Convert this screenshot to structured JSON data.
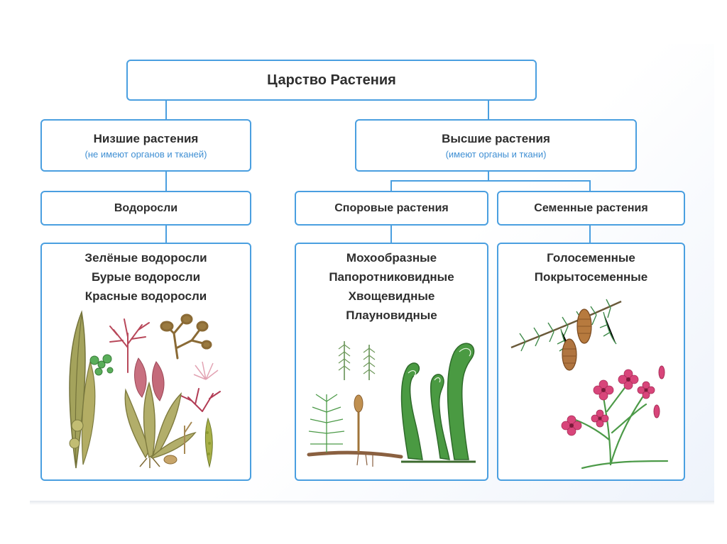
{
  "root": {
    "title": "Царство Растения"
  },
  "lower": {
    "title": "Низшие растения",
    "note": "(не имеют органов и тканей)"
  },
  "higher": {
    "title": "Высшие растения",
    "note": "(имеют органы и ткани)"
  },
  "categories": {
    "algae": "Водоросли",
    "spore": "Споровые растения",
    "seed": "Семенные растения"
  },
  "lists": {
    "algae": [
      "Зелёные водоросли",
      "Бурые водоросли",
      "Красные водоросли"
    ],
    "spore": [
      "Мохообразные",
      "Папоротниковидные",
      "Хвощевидные",
      "Плауновидные"
    ],
    "seed": [
      "Голосеменные",
      "Покрытосеменные"
    ]
  },
  "colors": {
    "border": "#4a9fe0",
    "note": "#3f8fd3",
    "fern_green": "#3d8a3a",
    "algae_olive": "#9a9a55",
    "algae_red": "#c0505a",
    "flower_pink": "#d8457a",
    "cone_brown": "#a8703a"
  },
  "illustrations": [
    "algae-illustration",
    "spore-plants-illustration",
    "seed-plants-illustration"
  ]
}
